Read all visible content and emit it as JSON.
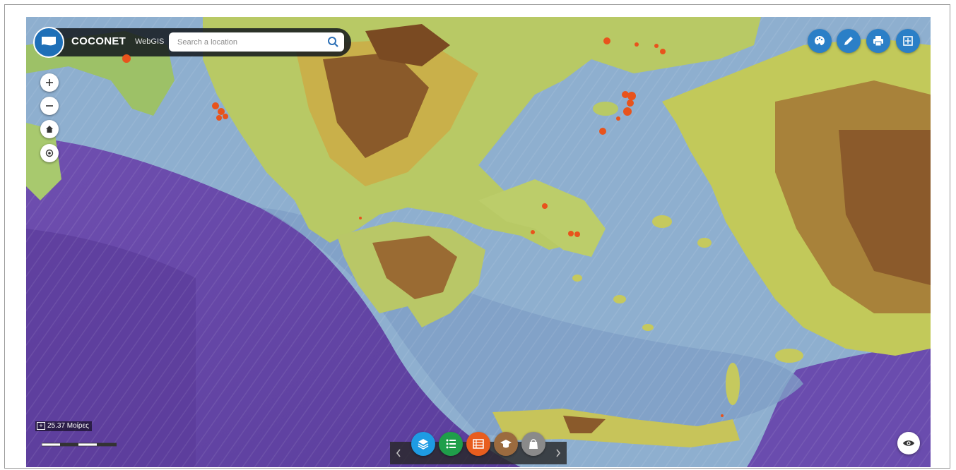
{
  "header": {
    "app_name": "COCONET",
    "app_subtitle": "WebGIS",
    "search_placeholder": "Search a location"
  },
  "map_controls": {
    "zoom_in_icon": "plus-icon",
    "zoom_out_icon": "minus-icon",
    "home_icon": "home-icon",
    "locate_icon": "target-icon"
  },
  "tools": [
    {
      "name": "palette-icon"
    },
    {
      "name": "pencil-icon"
    },
    {
      "name": "printer-icon"
    },
    {
      "name": "expand-icon"
    }
  ],
  "scale": {
    "coordinates": "25.37 Μοίρες"
  },
  "dock": {
    "buttons": [
      {
        "name": "layers-icon",
        "color": "#1e9be3"
      },
      {
        "name": "list-icon",
        "color": "#1f9e4a"
      },
      {
        "name": "table-icon",
        "color": "#e85d1e"
      },
      {
        "name": "graduation-cap-icon",
        "color": "#9b6b3f"
      },
      {
        "name": "bag-icon",
        "color": "#8a8a8a"
      }
    ]
  },
  "colors": {
    "marker": "#e8531c",
    "accent": "#2b7fc7",
    "header_bg": "#15181e"
  }
}
